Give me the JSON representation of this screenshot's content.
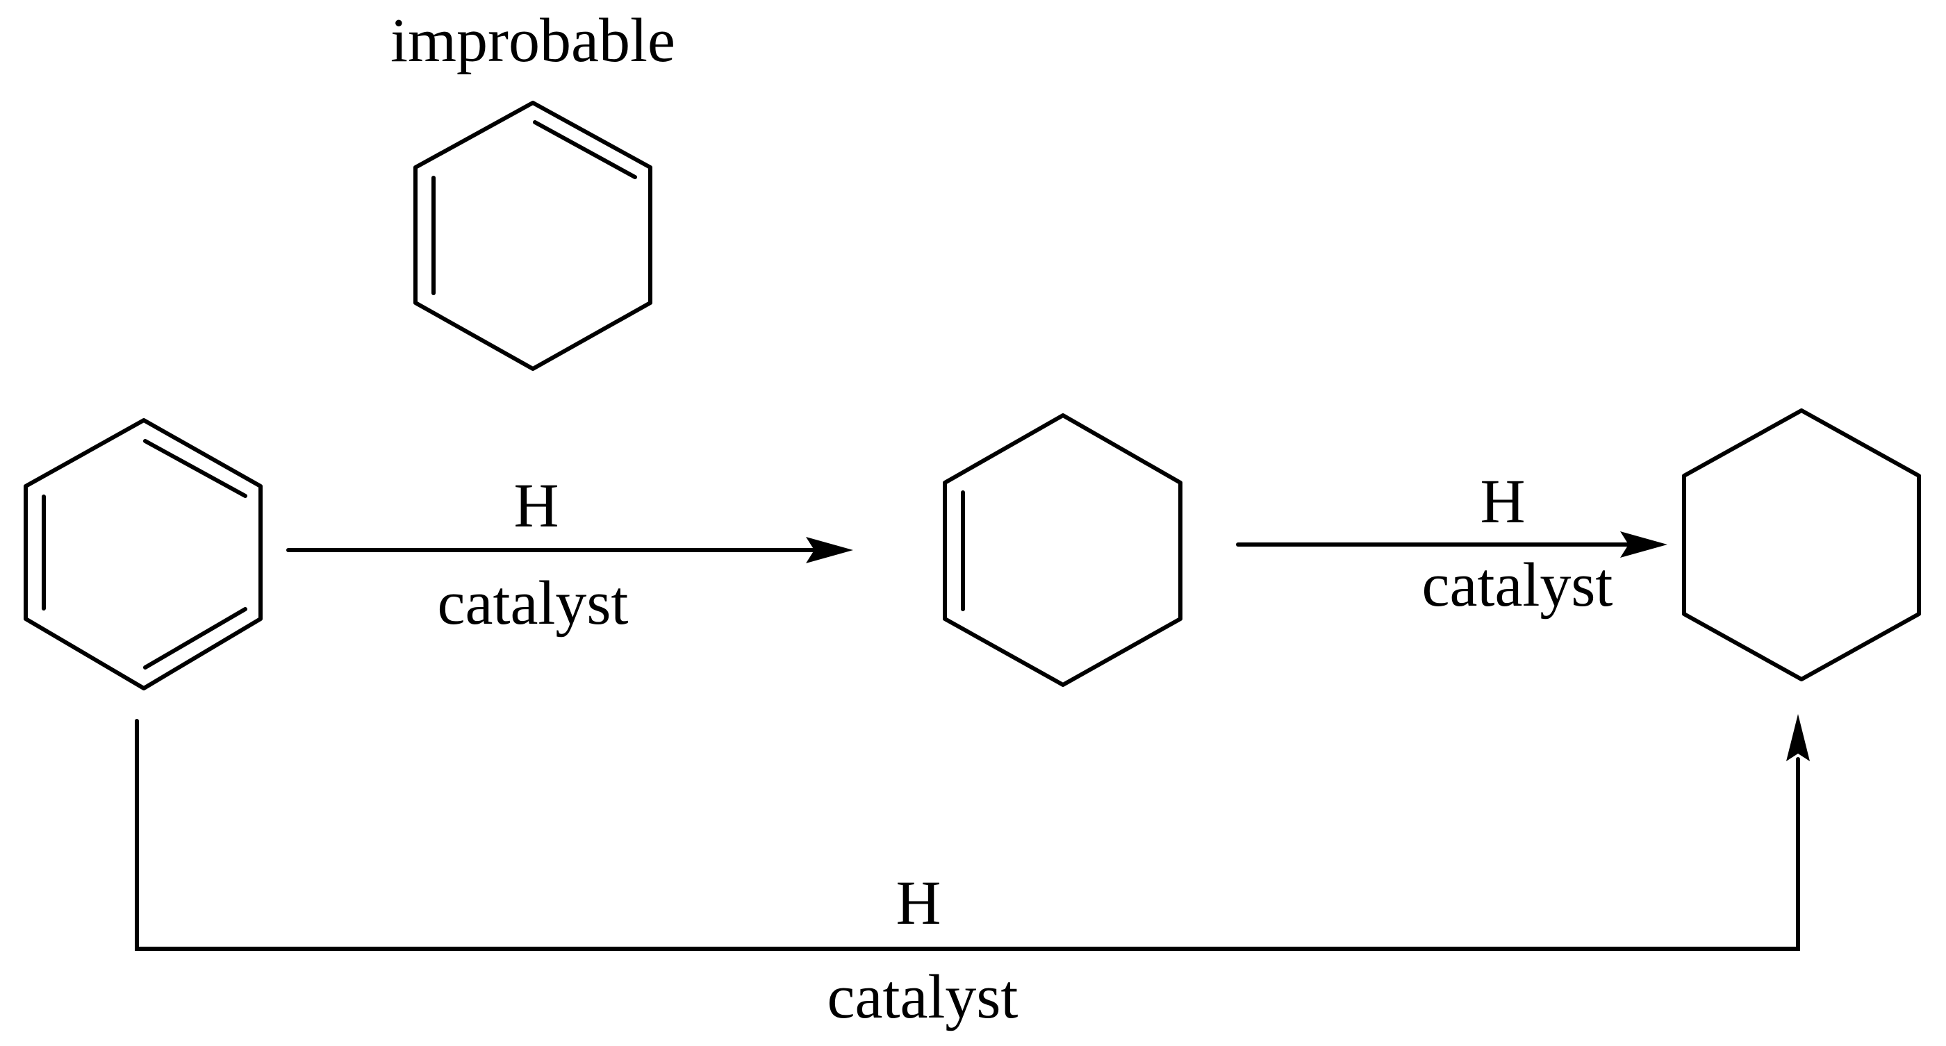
{
  "diagram": {
    "intermediate_note": "improbable",
    "reaction_step_1": {
      "reagent": "H",
      "condition": "catalyst"
    },
    "reaction_step_2": {
      "reagent": "H",
      "condition": "catalyst"
    },
    "reaction_direct": {
      "reagent": "H",
      "condition": "catalyst"
    },
    "molecules": [
      {
        "id": "benzene",
        "structure": "ring with three alternating double bonds"
      },
      {
        "id": "cyclohexadiene",
        "structure": "ring with two double bonds"
      },
      {
        "id": "cyclohexene",
        "structure": "ring with one double bond"
      },
      {
        "id": "cyclohexane",
        "structure": "saturated ring"
      }
    ]
  }
}
